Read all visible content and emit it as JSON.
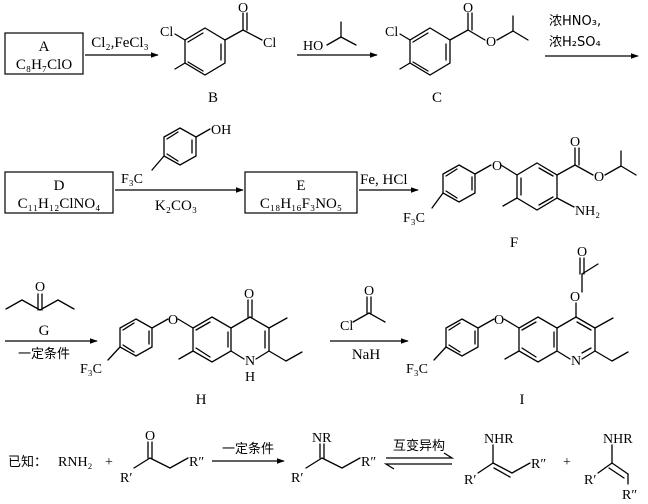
{
  "row1": {
    "box_A": {
      "name": "A",
      "formula": "C₈H₇ClO"
    },
    "arrow_A_B": {
      "reagent": "Cl₂,FeCl₃"
    },
    "B": {
      "label": "B",
      "atoms": [
        "Cl",
        "O",
        "Cl"
      ]
    },
    "arrow_B_C": {
      "reagent": "HO"
    },
    "C": {
      "label": "C",
      "atoms": [
        "Cl",
        "O",
        "O"
      ]
    },
    "arrow_C_D": {
      "reagent_top_1": "浓HNO₃,",
      "reagent_top_2": "浓H₂SO₄"
    }
  },
  "row2": {
    "box_D": {
      "name": "D",
      "formula": "C₁₁H₁₂ClNO₄"
    },
    "arrow_D_E": {
      "reagent_atoms": [
        "OH",
        "F₃C"
      ],
      "reagent_below": "K₂CO₃"
    },
    "box_E": {
      "name": "E",
      "formula": "C₁₈H₁₆F₃NO₅"
    },
    "arrow_E_F": {
      "reagent": "Fe, HCl"
    },
    "F": {
      "label": "F",
      "atoms": [
        "O",
        "O",
        "O",
        "NH₂",
        "F₃C"
      ]
    }
  },
  "row3": {
    "G": {
      "label": "G",
      "atoms": [
        "O"
      ],
      "conditions": "一定条件"
    },
    "H": {
      "label": "H",
      "atoms": [
        "O",
        "O",
        "N",
        "H",
        "F₃C"
      ]
    },
    "arrow_H_I": {
      "reagent_atoms": [
        "Cl",
        "O"
      ],
      "reagent_below": "NaH"
    },
    "I": {
      "label": "I",
      "atoms": [
        "O",
        "O",
        "O",
        "N",
        "F₃C"
      ]
    }
  },
  "known": {
    "prefix": "已知：",
    "amine": "RNH₂",
    "plus": "+",
    "ketone_atoms": [
      "O",
      "R′",
      "R″"
    ],
    "arrow1": "一定条件",
    "imine_atoms": [
      "NR",
      "R′",
      "R″"
    ],
    "arrow2": "互变异构",
    "enamine1_atoms": [
      "NHR",
      "R′",
      "R″"
    ],
    "plus2": "+",
    "enamine2_atoms": [
      "NHR",
      "R′",
      "R″"
    ]
  }
}
